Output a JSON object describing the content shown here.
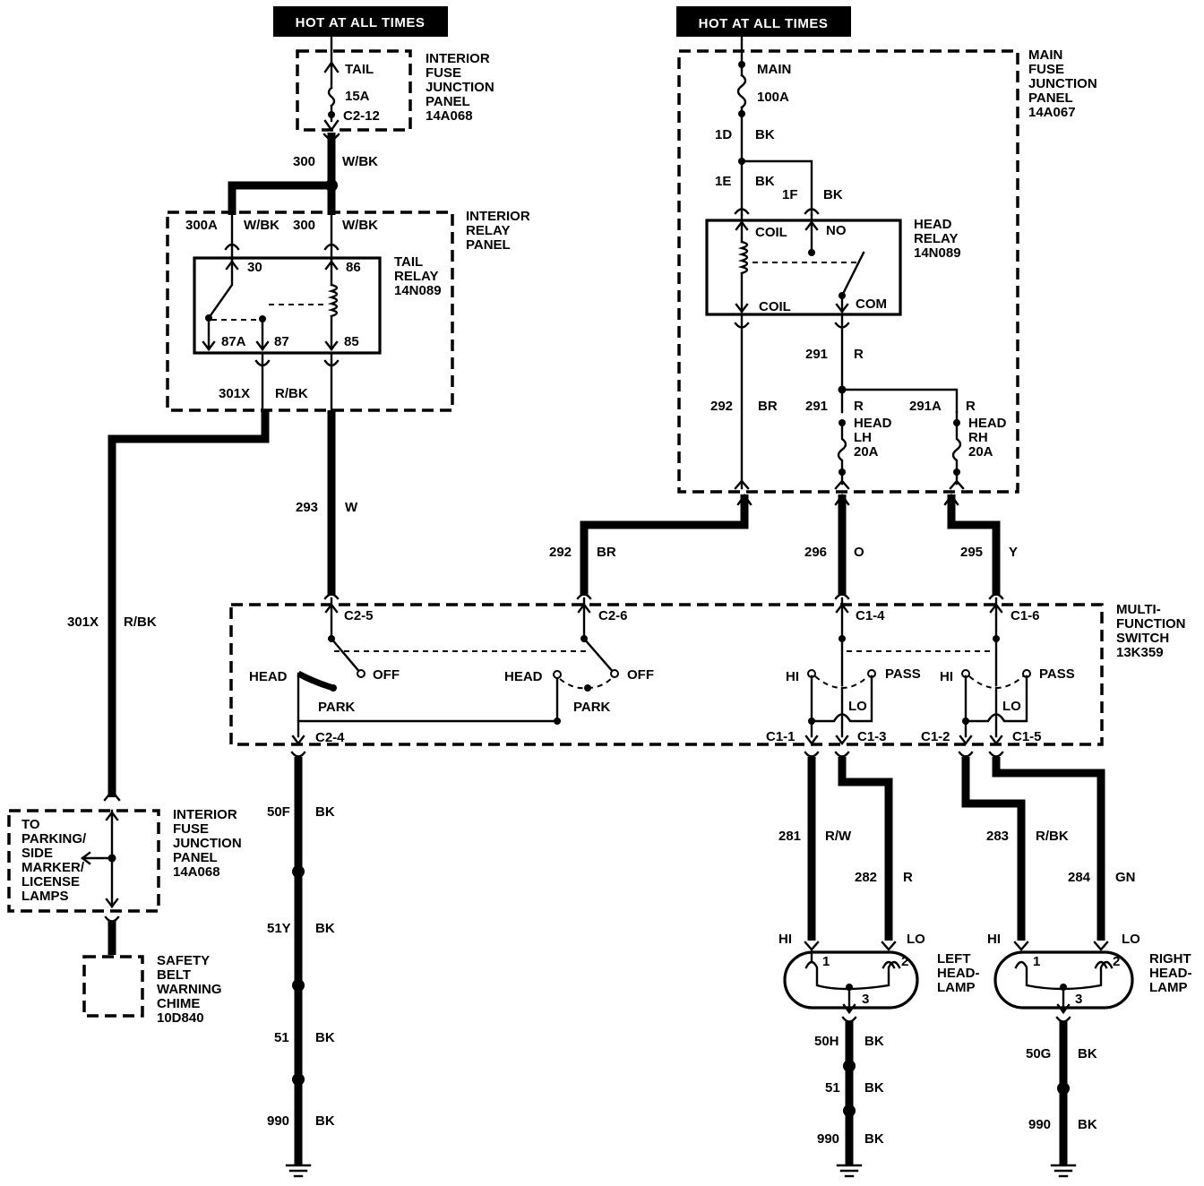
{
  "headers": {
    "left": "HOT AT ALL TIMES",
    "right": "HOT AT ALL TIMES"
  },
  "components": {
    "int_fuse_top": [
      "INTERIOR",
      "FUSE",
      "JUNCTION",
      "PANEL",
      "14A068"
    ],
    "main_fuse": [
      "MAIN",
      "FUSE",
      "JUNCTION",
      "PANEL",
      "14A067"
    ],
    "int_relay_panel": [
      "INTERIOR",
      "RELAY",
      "PANEL"
    ],
    "tail_relay": [
      "TAIL",
      "RELAY",
      "14N089"
    ],
    "head_relay": [
      "HEAD",
      "RELAY",
      "14N089"
    ],
    "mfs": [
      "MULTI-",
      "FUNCTION",
      "SWITCH",
      "13K359"
    ],
    "int_fuse_bot": [
      "INTERIOR",
      "FUSE",
      "JUNCTION",
      "PANEL",
      "14A068"
    ],
    "to_parking": [
      "TO",
      "PARKING/",
      "SIDE",
      "MARKER/",
      "LICENSE",
      "LAMPS"
    ],
    "chime": [
      "SAFETY",
      "BELT",
      "WARNING",
      "CHIME",
      "10D840"
    ],
    "left_headlamp": [
      "LEFT",
      "HEAD-",
      "LAMP"
    ],
    "right_headlamp": [
      "RIGHT",
      "HEAD-",
      "LAMP"
    ]
  },
  "fuses": {
    "tail": {
      "name": "TAIL",
      "rating": "15A",
      "pin": "C2-12"
    },
    "main": {
      "name": "MAIN",
      "rating": "100A"
    },
    "head_lh": {
      "lines": [
        "HEAD",
        "LH",
        "20A"
      ]
    },
    "head_rh": {
      "lines": [
        "HEAD",
        "RH",
        "20A"
      ]
    }
  },
  "pins": {
    "t30": "30",
    "t86": "86",
    "t87a": "87A",
    "t87": "87",
    "t85": "85",
    "coil_top": "COIL",
    "coil_bot": "COIL",
    "no": "NO",
    "com": "COM",
    "c2_5": "C2-5",
    "c2_6": "C2-6",
    "c2_4": "C2-4",
    "c1_4": "C1-4",
    "c1_6": "C1-6",
    "c1_1": "C1-1",
    "c1_3": "C1-3",
    "c1_2": "C1-2",
    "c1_5": "C1-5",
    "lamp1": "1",
    "lamp2": "2",
    "lamp3": "3",
    "rlamp1": "1",
    "rlamp2": "2",
    "rlamp3": "3"
  },
  "switch_labels": {
    "head1": "HEAD",
    "off1": "OFF",
    "park1": "PARK",
    "head2": "HEAD",
    "off2": "OFF",
    "park2": "PARK",
    "hi1": "HI",
    "pass1": "PASS",
    "lo1": "LO",
    "hi2": "HI",
    "pass2": "PASS",
    "lo2": "LO",
    "lhi": "HI",
    "llo": "LO",
    "rhi": "HI",
    "rlo": "LO"
  },
  "wires": [
    {
      "id": "300",
      "circuit": "300",
      "color": "W/BK"
    },
    {
      "id": "300A",
      "circuit": "300A",
      "color": "W/BK"
    },
    {
      "id": "300b",
      "circuit": "300",
      "color": "W/BK"
    },
    {
      "id": "301X",
      "circuit": "301X",
      "color": "R/BK"
    },
    {
      "id": "301Xb",
      "circuit": "301X",
      "color": "R/BK"
    },
    {
      "id": "293",
      "circuit": "293",
      "color": "W"
    },
    {
      "id": "1D",
      "circuit": "1D",
      "color": "BK"
    },
    {
      "id": "1E",
      "circuit": "1E",
      "color": "BK"
    },
    {
      "id": "1F",
      "circuit": "1F",
      "color": "BK"
    },
    {
      "id": "291",
      "circuit": "291",
      "color": "R"
    },
    {
      "id": "291b",
      "circuit": "291",
      "color": "R"
    },
    {
      "id": "291A",
      "circuit": "291A",
      "color": "R"
    },
    {
      "id": "292",
      "circuit": "292",
      "color": "BR"
    },
    {
      "id": "292b",
      "circuit": "292",
      "color": "BR"
    },
    {
      "id": "296",
      "circuit": "296",
      "color": "O"
    },
    {
      "id": "295",
      "circuit": "295",
      "color": "Y"
    },
    {
      "id": "50F",
      "circuit": "50F",
      "color": "BK"
    },
    {
      "id": "51Y",
      "circuit": "51Y",
      "color": "BK"
    },
    {
      "id": "51",
      "circuit": "51",
      "color": "BK"
    },
    {
      "id": "990",
      "circuit": "990",
      "color": "BK"
    },
    {
      "id": "281",
      "circuit": "281",
      "color": "R/W"
    },
    {
      "id": "282",
      "circuit": "282",
      "color": "R"
    },
    {
      "id": "283",
      "circuit": "283",
      "color": "R/BK"
    },
    {
      "id": "284",
      "circuit": "284",
      "color": "GN"
    },
    {
      "id": "50H",
      "circuit": "50H",
      "color": "BK"
    },
    {
      "id": "51L",
      "circuit": "51",
      "color": "BK"
    },
    {
      "id": "990L",
      "circuit": "990",
      "color": "BK"
    },
    {
      "id": "50G",
      "circuit": "50G",
      "color": "BK"
    },
    {
      "id": "990R",
      "circuit": "990",
      "color": "BK"
    }
  ]
}
